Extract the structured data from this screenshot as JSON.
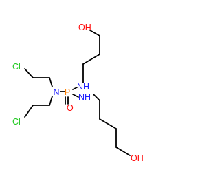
{
  "colors": {
    "background": "#ffffff",
    "bond": "#000000",
    "oxygen": "#ff0d0d",
    "nitrogen": "#2020ff",
    "phosphorus": "#ff8000",
    "chlorine": "#1ec81e"
  },
  "atoms": {
    "oh_top": {
      "text": "OH",
      "element": "oxygen"
    },
    "nh_upper": {
      "text": "NH",
      "element": "nitrogen"
    },
    "p_center": {
      "text": "P",
      "element": "phosphorus"
    },
    "o_double": {
      "text": "O",
      "element": "oxygen"
    },
    "n_left": {
      "text": "N",
      "element": "nitrogen"
    },
    "nh_right": {
      "text": "NH",
      "element": "nitrogen"
    },
    "oh_bottom": {
      "text": "OH",
      "element": "oxygen"
    },
    "cl_top": {
      "text": "Cl",
      "element": "chlorine"
    },
    "cl_bottom": {
      "text": "Cl",
      "element": "chlorine"
    }
  }
}
